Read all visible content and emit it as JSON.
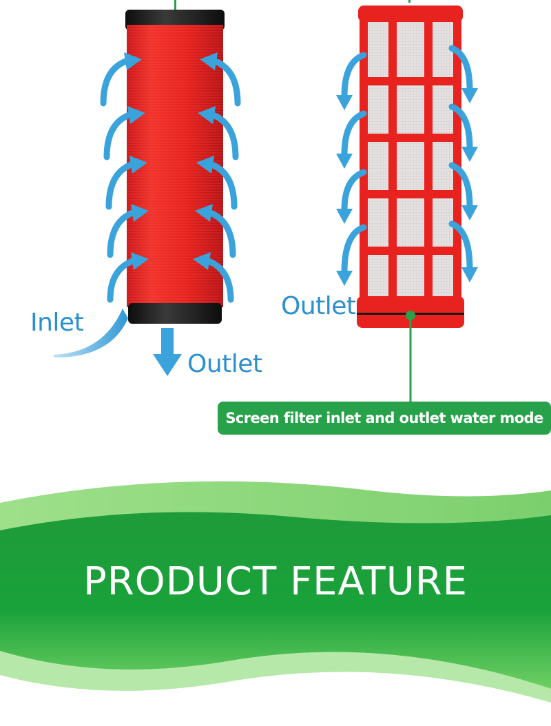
{
  "disc_filter": {
    "inlet_label": "Inlet",
    "outlet_label": "Outlet"
  },
  "screen_filter": {
    "outlet_label": "Outlet",
    "caption": "Screen filter inlet and outlet water mode"
  },
  "banner": {
    "title": "PRODUCT FEATURE"
  },
  "colors": {
    "filter_red": "#e8231f",
    "arrow_blue": "#3aa3dc",
    "accent_green": "#27a24a",
    "banner_green": "#18a038",
    "banner_light": "#86d47a",
    "cap_black": "#1a1a1a"
  }
}
